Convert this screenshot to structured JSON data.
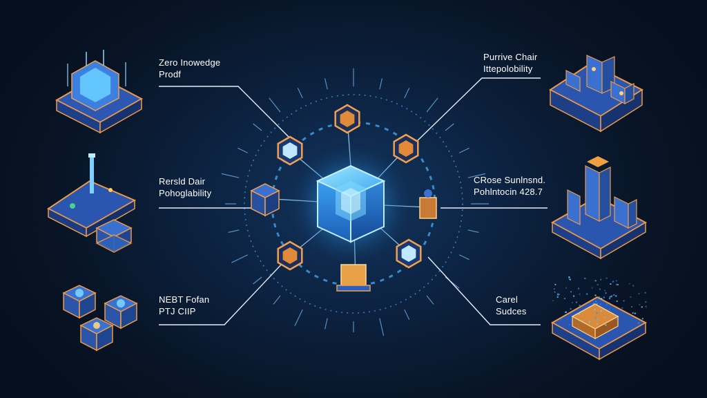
{
  "labels": {
    "top_left": {
      "line1": "Zero Inowedge",
      "line2": "Prodf"
    },
    "mid_left": {
      "line1": "Rersld Dair",
      "line2": "Pohoglability"
    },
    "bottom_left": {
      "line1": "NEBT Fofan",
      "line2": "PTJ CIIP"
    },
    "top_right": {
      "line1": "Purrive Chair",
      "line2": "Ittepolobility"
    },
    "mid_right": {
      "line1": "CRose Sunlnsnd.",
      "line2": "Pohlntocin 428.7"
    },
    "bottom_right": {
      "line1": "Carel",
      "line2": "Sudces"
    }
  },
  "colors": {
    "background": "#0a1628",
    "cyan_glow": "#3fb8ff",
    "tile_blue": "#2e5db8",
    "tile_orange": "#e0823a",
    "connector": "#e8eef8",
    "ring_dots": "#4aa8e0"
  },
  "icons": [
    "central-glowing-cube-icon",
    "orange-hex-node-icon",
    "blue-hex-node-icon",
    "isometric-server-block-icon",
    "isometric-city-platform-icon",
    "isometric-chip-platform-icon"
  ]
}
